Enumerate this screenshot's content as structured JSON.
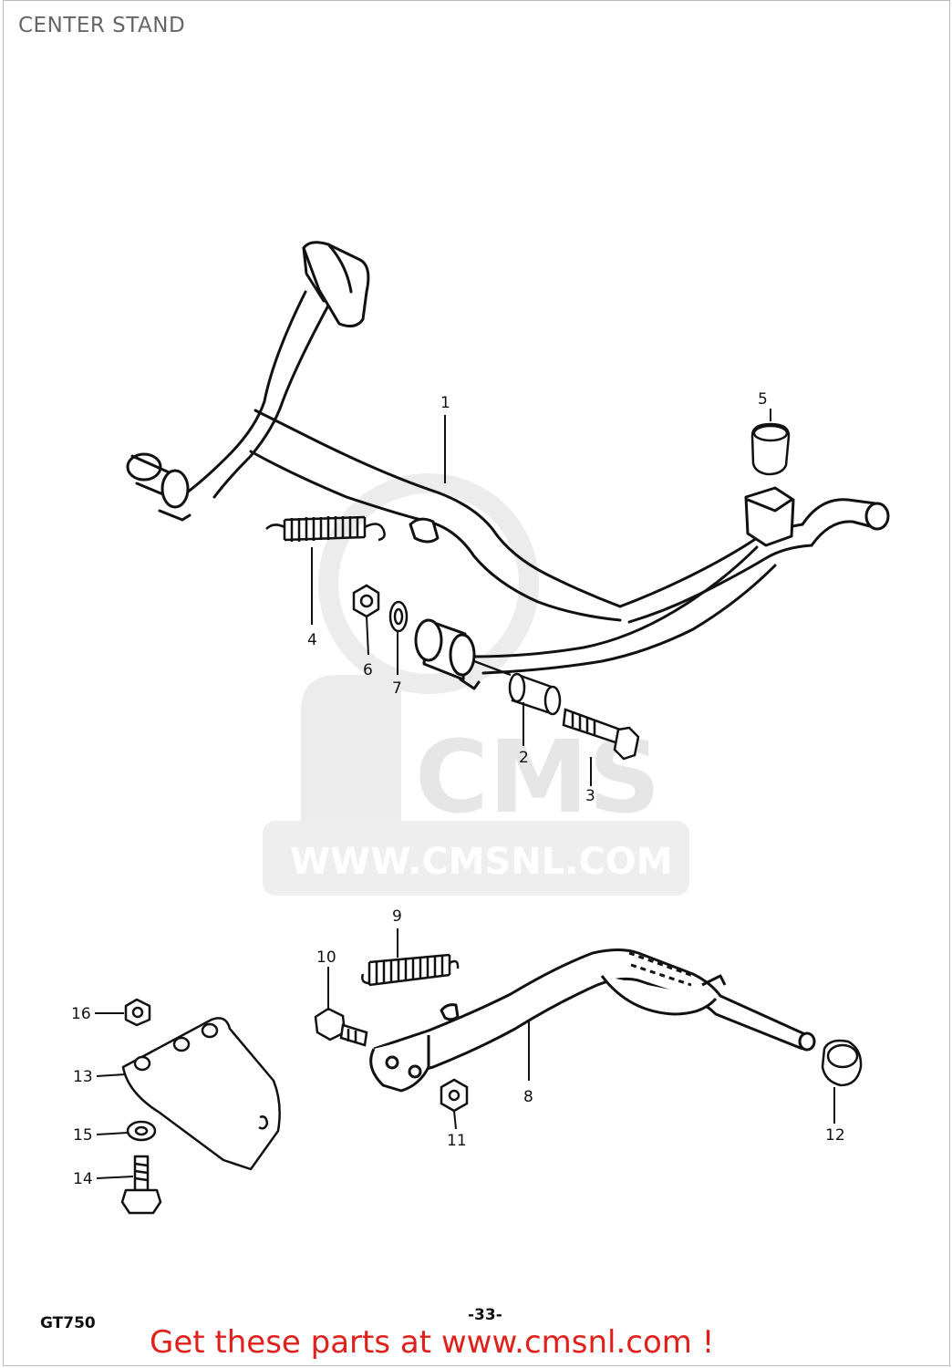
{
  "title": "CENTER STAND",
  "watermark": {
    "logo": "CMS",
    "url": "WWW.CMSNL.COM"
  },
  "model_code": "GT750",
  "page_number": "-33-",
  "footer_link": "Get these parts at www.cmsnl.com !",
  "colors": {
    "footer_link": "#e0201b",
    "line": "#111111",
    "watermark": "#e4e4e4"
  },
  "parts": [
    {
      "label": "1",
      "name": "center-stand"
    },
    {
      "label": "2",
      "name": "spacer"
    },
    {
      "label": "3",
      "name": "bolt"
    },
    {
      "label": "4",
      "name": "spring"
    },
    {
      "label": "5",
      "name": "stopper-cushion"
    },
    {
      "label": "6",
      "name": "nut"
    },
    {
      "label": "7",
      "name": "washer"
    },
    {
      "label": "8",
      "name": "prop-stand"
    },
    {
      "label": "9",
      "name": "prop-stand-spring"
    },
    {
      "label": "10",
      "name": "bolt"
    },
    {
      "label": "11",
      "name": "nut"
    },
    {
      "label": "12",
      "name": "stopper-cushion"
    },
    {
      "label": "13",
      "name": "bracket"
    },
    {
      "label": "14",
      "name": "bolt"
    },
    {
      "label": "15",
      "name": "washer"
    },
    {
      "label": "16",
      "name": "nut"
    }
  ]
}
